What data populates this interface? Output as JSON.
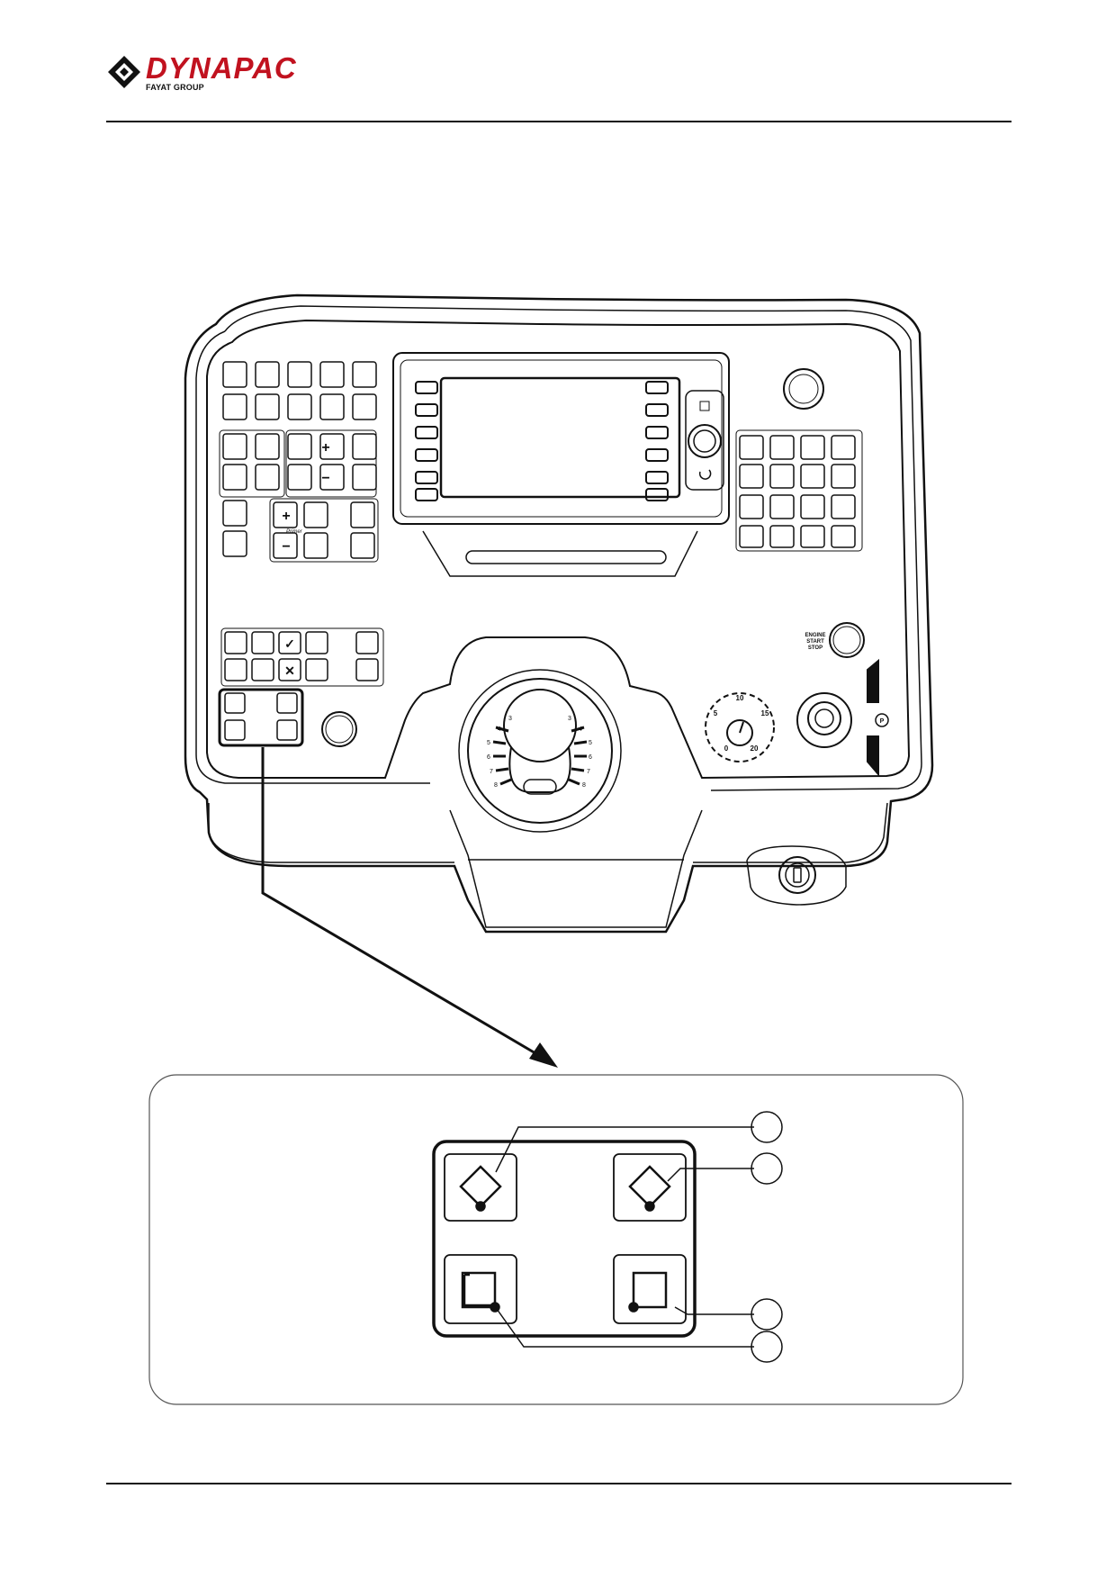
{
  "header": {
    "brand": "DYNAPAC",
    "brand_sub": "FAYAT GROUP"
  },
  "panel": {
    "engine_button_label_1": "ENGINE",
    "engine_button_label_2": "START",
    "engine_button_label_3": "STOP",
    "primer_label": "Primer",
    "timer_dial_labels": [
      "10",
      "5",
      "15",
      "0",
      "20"
    ],
    "parking_label": "P",
    "steering_scale_left": [
      "3",
      "4",
      "5",
      "6",
      "7",
      "8"
    ],
    "steering_scale_right": [
      "3",
      "4",
      "5",
      "6",
      "7",
      "8"
    ]
  },
  "colors": {
    "brand_red": "#c1121f",
    "line": "#111111"
  }
}
